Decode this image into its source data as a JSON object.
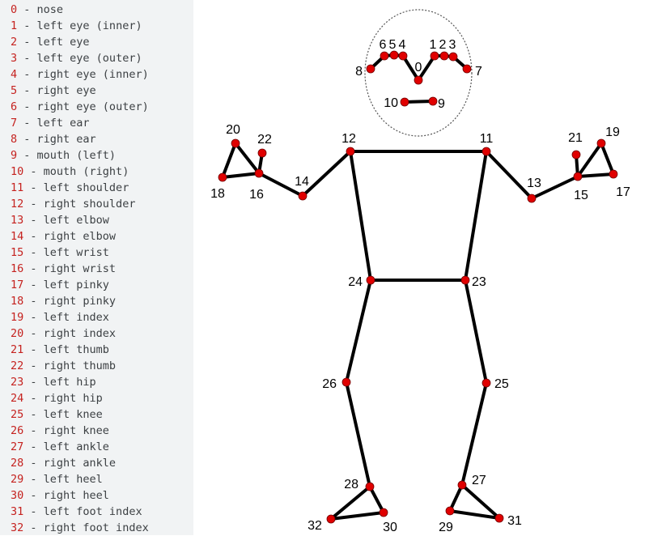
{
  "legend": [
    {
      "id": "0",
      "label": "nose"
    },
    {
      "id": "1",
      "label": "left eye (inner)"
    },
    {
      "id": "2",
      "label": "left eye"
    },
    {
      "id": "3",
      "label": "left eye (outer)"
    },
    {
      "id": "4",
      "label": "right eye (inner)"
    },
    {
      "id": "5",
      "label": "right eye"
    },
    {
      "id": "6",
      "label": "right eye (outer)"
    },
    {
      "id": "7",
      "label": "left ear"
    },
    {
      "id": "8",
      "label": "right ear"
    },
    {
      "id": "9",
      "label": "mouth (left)"
    },
    {
      "id": "10",
      "label": "mouth (right)"
    },
    {
      "id": "11",
      "label": "left shoulder"
    },
    {
      "id": "12",
      "label": "right shoulder"
    },
    {
      "id": "13",
      "label": "left elbow"
    },
    {
      "id": "14",
      "label": "right elbow"
    },
    {
      "id": "15",
      "label": "left wrist"
    },
    {
      "id": "16",
      "label": "right wrist"
    },
    {
      "id": "17",
      "label": "left pinky"
    },
    {
      "id": "18",
      "label": "right pinky"
    },
    {
      "id": "19",
      "label": "left index"
    },
    {
      "id": "20",
      "label": "right index"
    },
    {
      "id": "21",
      "label": "left thumb"
    },
    {
      "id": "22",
      "label": "right thumb"
    },
    {
      "id": "23",
      "label": "left hip"
    },
    {
      "id": "24",
      "label": "right hip"
    },
    {
      "id": "25",
      "label": "left knee"
    },
    {
      "id": "26",
      "label": "right knee"
    },
    {
      "id": "27",
      "label": "left ankle"
    },
    {
      "id": "28",
      "label": "right ankle"
    },
    {
      "id": "29",
      "label": "left heel"
    },
    {
      "id": "30",
      "label": "right heel"
    },
    {
      "id": "31",
      "label": "left foot index"
    },
    {
      "id": "32",
      "label": "right foot index"
    }
  ],
  "colors": {
    "landmark": "#e00000",
    "bone": "#000000",
    "legend_number": "#c5221f",
    "legend_text": "#3c4043",
    "legend_background": "#f1f3f4"
  },
  "connections": [
    [
      0,
      1
    ],
    [
      1,
      2
    ],
    [
      2,
      3
    ],
    [
      3,
      7
    ],
    [
      0,
      4
    ],
    [
      4,
      5
    ],
    [
      5,
      6
    ],
    [
      6,
      8
    ],
    [
      9,
      10
    ],
    [
      11,
      12
    ],
    [
      11,
      13
    ],
    [
      13,
      15
    ],
    [
      15,
      17
    ],
    [
      15,
      19
    ],
    [
      15,
      21
    ],
    [
      17,
      19
    ],
    [
      12,
      14
    ],
    [
      14,
      16
    ],
    [
      16,
      18
    ],
    [
      16,
      20
    ],
    [
      16,
      22
    ],
    [
      18,
      20
    ],
    [
      11,
      23
    ],
    [
      12,
      24
    ],
    [
      23,
      24
    ],
    [
      23,
      25
    ],
    [
      25,
      27
    ],
    [
      27,
      29
    ],
    [
      29,
      31
    ],
    [
      27,
      31
    ],
    [
      24,
      26
    ],
    [
      26,
      28
    ],
    [
      28,
      30
    ],
    [
      30,
      32
    ],
    [
      28,
      32
    ]
  ]
}
